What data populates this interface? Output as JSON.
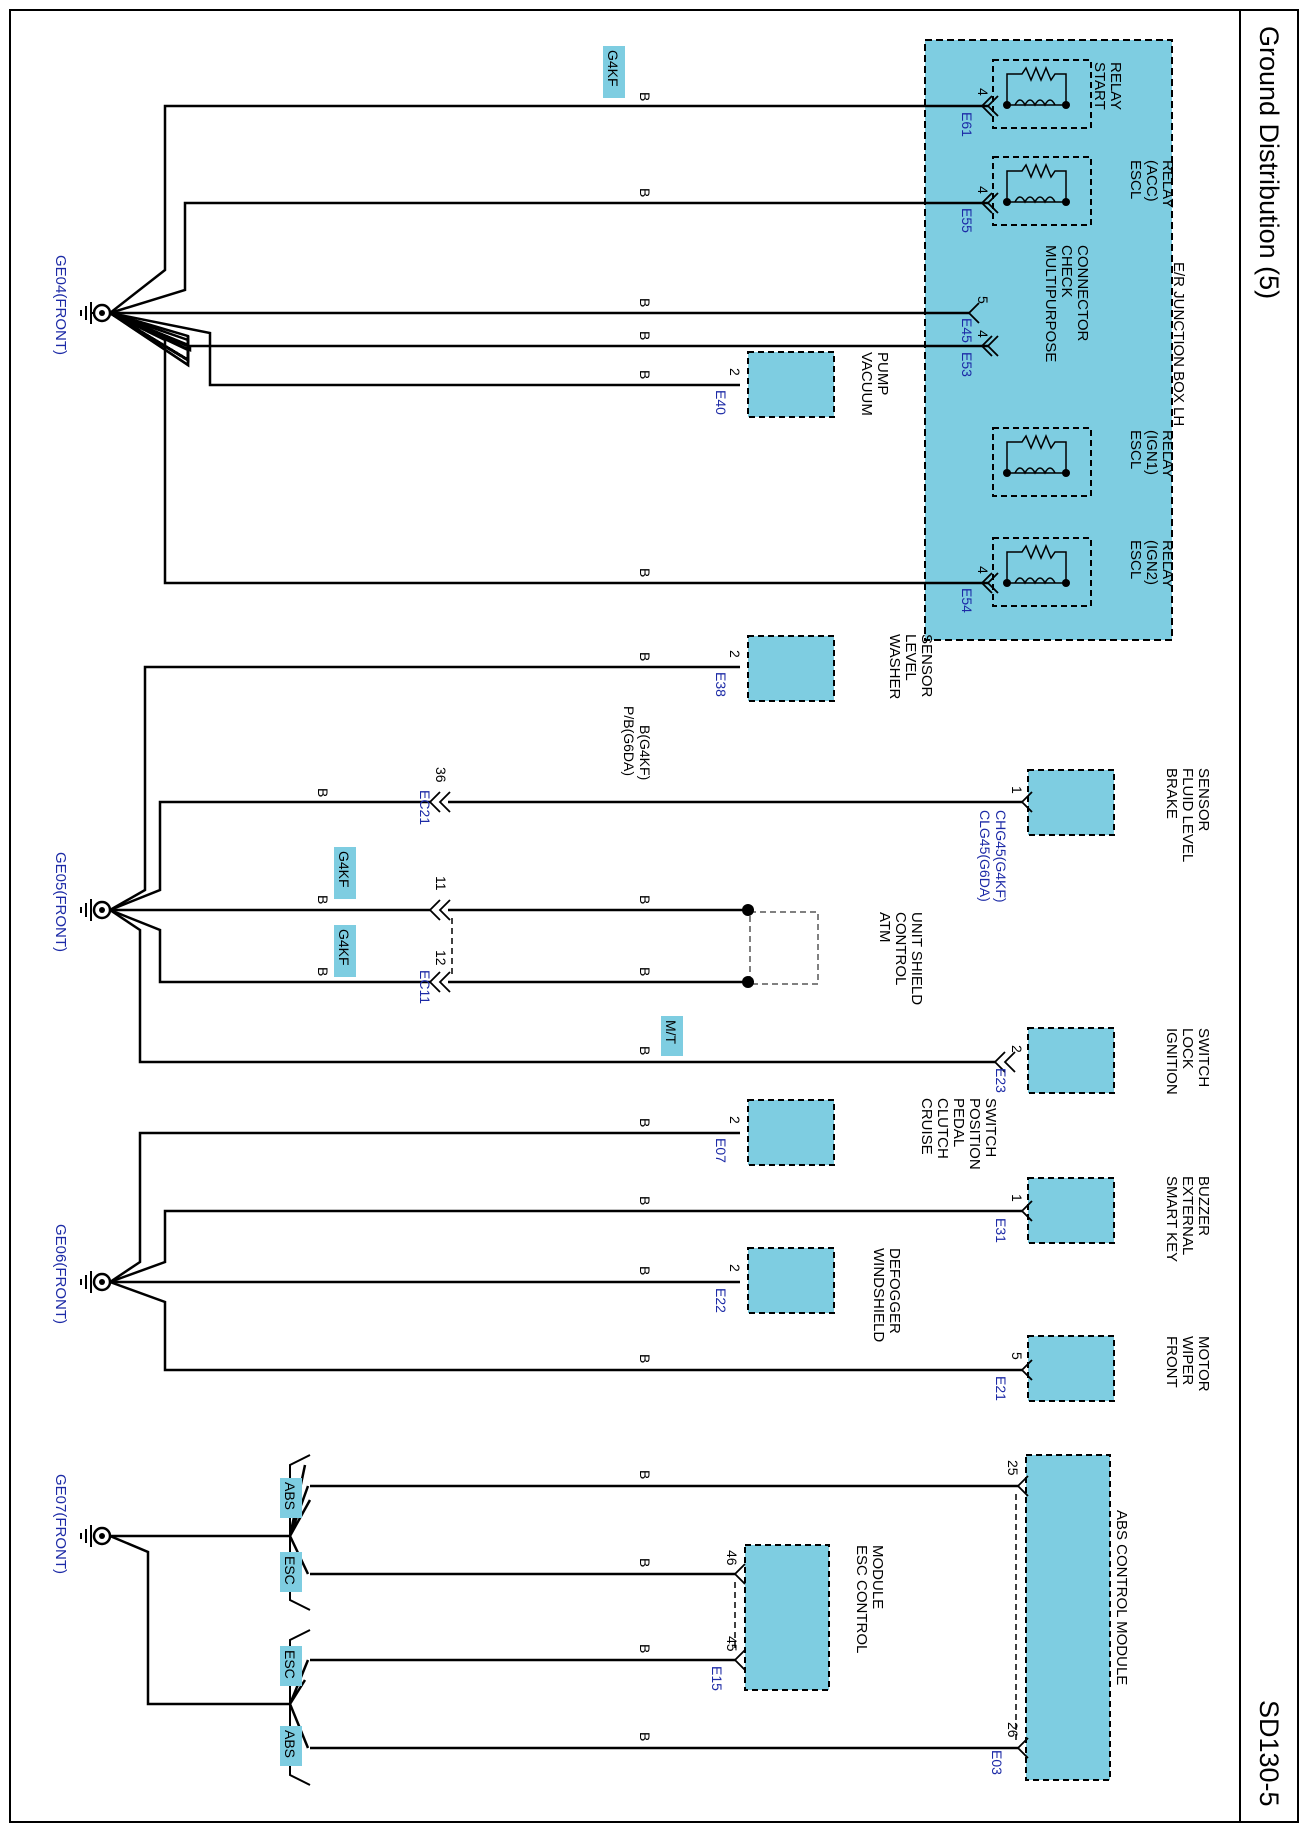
{
  "page": {
    "title": "Ground Distribution (5)",
    "code": "SD130-5"
  },
  "colors": {
    "component_fill": "#7ecde1",
    "wire": "#000000",
    "connector_text": "#1c2aa6"
  },
  "grounds": {
    "ge04": "GE04(FRONT)",
    "ge05": "GE05(FRONT)",
    "ge06": "GE06(FRONT)",
    "ge07": "GE07(FRONT)"
  },
  "junction_box": {
    "label": "E/R JUNCTION BOX LH",
    "start_relay": [
      "START",
      "RELAY"
    ],
    "escl_acc": [
      "ESCL",
      "(ACC)",
      "RELAY"
    ],
    "multipurpose": [
      "MULTIPURPOSE",
      "CHECK",
      "CONNECTOR"
    ],
    "escl_ign1": [
      "ESCL",
      "(IGN1)",
      "RELAY"
    ],
    "escl_ign2": [
      "ESCL",
      "(IGN2)",
      "RELAY"
    ]
  },
  "components": {
    "vacuum_pump": [
      "VACUUM",
      "PUMP"
    ],
    "washer": [
      "WASHER",
      "LEVEL",
      "SENSOR"
    ],
    "brake": [
      "BRAKE",
      "FLUID LEVEL",
      "SENSOR"
    ],
    "atm": [
      "ATM",
      "CONTROL",
      "UNIT SHIELD"
    ],
    "ignition": [
      "IGNITION",
      "LOCK",
      "SWITCH"
    ],
    "cruise": [
      "CRUISE",
      "CLUTCH",
      "PEDAL",
      "POSITION",
      "SWITCH"
    ],
    "buzzer": [
      "SMART KEY",
      "EXTERNAL",
      "BUZZER"
    ],
    "defogger": [
      "WINDSHIELD",
      "DEFOGGER"
    ],
    "wiper": [
      "FRONT",
      "WIPER",
      "MOTOR"
    ],
    "abs": "ABS CONTROL MODULE",
    "esc": [
      "ESC CONTROL",
      "MODULE"
    ]
  },
  "connectors": {
    "e61": "E61",
    "e55": "E55",
    "e45": "E45",
    "e40": "E40",
    "e53": "E53",
    "e54": "E54",
    "e38": "E38",
    "ec21": "EC21",
    "chg45": "CHG45(G4KF)",
    "clg45": "CLG45(G6DA)",
    "ec11": "EC11",
    "e23": "E23",
    "e07": "E07",
    "e31": "E31",
    "e22": "E22",
    "e21": "E21",
    "e15": "E15",
    "e03": "E03"
  },
  "pins": {
    "p_start": "4",
    "p_acc": "4",
    "p_multi": "5",
    "p_vac": "2",
    "p_ign1": "4",
    "p_ign2": "4",
    "p_wash": "2",
    "p_ec21": "36",
    "p_brake": "1",
    "p_ec11_11": "11",
    "p_ec11_12": "12",
    "p_ignsw": "2",
    "p_cruise": "2",
    "p_buzz": "1",
    "p_defog": "2",
    "p_wiper": "5",
    "p_abs25": "25",
    "p_abs26": "26",
    "p_esc46": "46",
    "p_esc45": "45"
  },
  "wires": {
    "b": "B",
    "brake_alt": [
      "B(G4KF)",
      "P/B(G6DA)"
    ]
  },
  "tags": {
    "g4kf": "G4KF",
    "mt": "M/T",
    "abs": "ABS",
    "esc": "ESC"
  }
}
